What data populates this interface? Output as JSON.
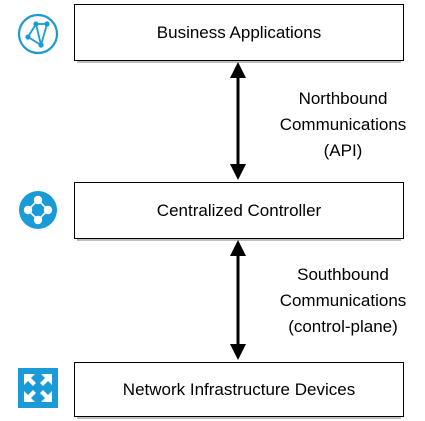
{
  "layers": {
    "business": {
      "label": "Business Applications",
      "icon": "application-network-icon"
    },
    "controller": {
      "label": "Centralized Controller",
      "icon": "sdn-controller-icon"
    },
    "network": {
      "label": "Network Infrastructure Devices",
      "icon": "layer3-switch-icon"
    }
  },
  "northbound": {
    "line1": "Northbound",
    "line2": "Communications",
    "line3": "(API)"
  },
  "southbound": {
    "line1": "Southbound",
    "line2": "Communications",
    "line3": "(control-plane)"
  },
  "colors": {
    "icon_blue": "#1a9ad6",
    "box_border": "#000000",
    "box_shadow": "#bdbdbd"
  }
}
